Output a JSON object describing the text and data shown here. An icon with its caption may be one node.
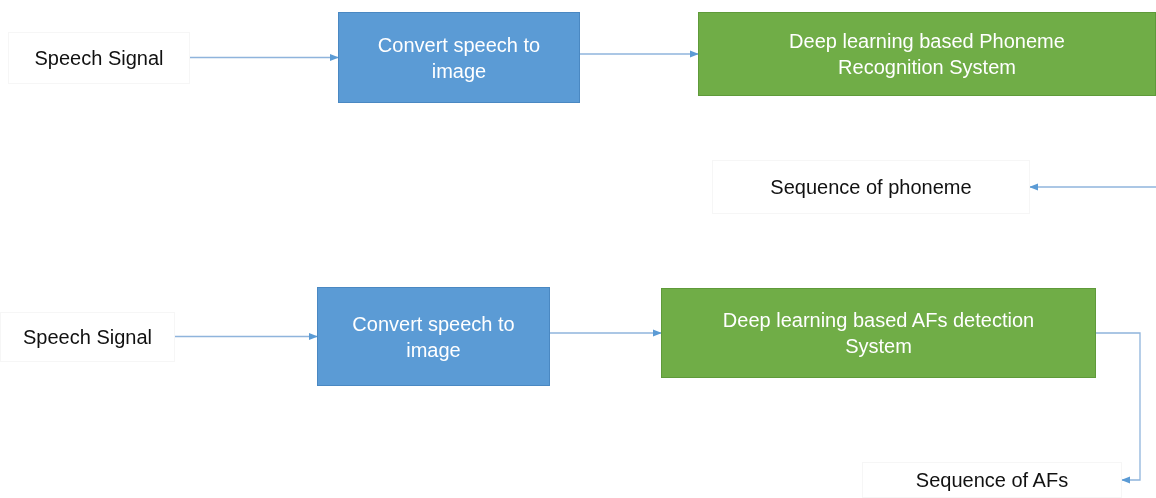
{
  "diagram": {
    "nodes": [
      {
        "text": [
          "Speech Signal"
        ]
      },
      {
        "text": [
          "Convert speech to image"
        ]
      },
      {
        "text": [
          "Deep learning based Phoneme Recognition System"
        ]
      },
      {
        "text": [
          "Sequence of phoneme"
        ]
      },
      {
        "text": [
          "Speech Signal"
        ]
      },
      {
        "text": [
          "Convert speech to image"
        ]
      },
      {
        "text": [
          "Deep learning based AFs detection System"
        ]
      },
      {
        "text": [
          "Sequence of AFs"
        ]
      }
    ],
    "edges": [
      {
        "from": 0,
        "to": 1,
        "arrow": "to"
      },
      {
        "from": 1,
        "to": 2,
        "arrow": "to"
      },
      {
        "from": null,
        "to": 3,
        "arrow": "to"
      },
      {
        "from": 4,
        "to": 5,
        "arrow": "to"
      },
      {
        "from": 5,
        "to": 6,
        "arrow": "to"
      },
      {
        "from": 6,
        "to": 7,
        "arrow": "to"
      }
    ]
  }
}
